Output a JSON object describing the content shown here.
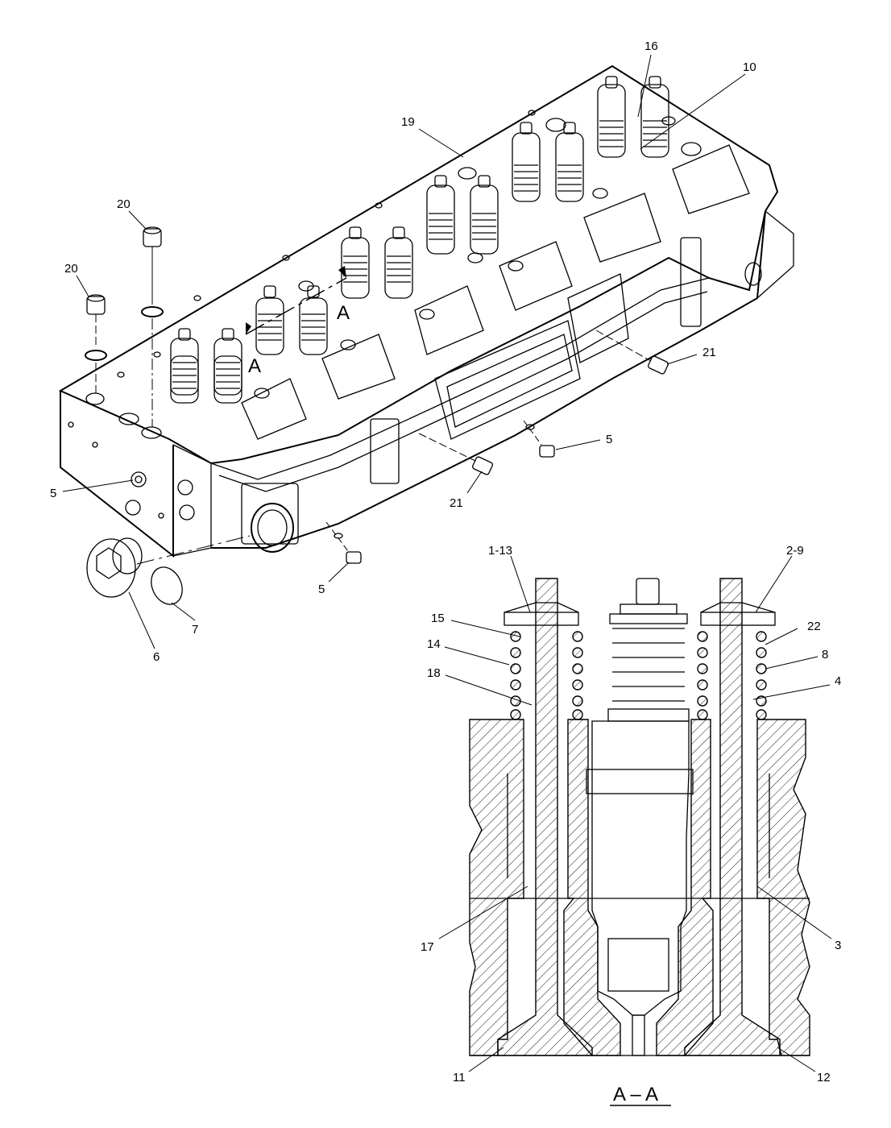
{
  "callouts": {
    "c16": "16",
    "c10": "10",
    "c19": "19",
    "c20a": "20",
    "c20b": "20",
    "c21a": "21",
    "c21b": "21",
    "c5a": "5",
    "c5b": "5",
    "c5c": "5",
    "c6": "6",
    "c7": "7",
    "c1_13": "1-13",
    "c2_9": "2-9",
    "c15": "15",
    "c14": "14",
    "c18": "18",
    "c22": "22",
    "c8": "8",
    "c4": "4",
    "c17": "17",
    "c3": "3",
    "c11": "11",
    "c12": "12"
  },
  "section_markers": {
    "left": "A",
    "right": "A"
  },
  "section_title": "A – A"
}
